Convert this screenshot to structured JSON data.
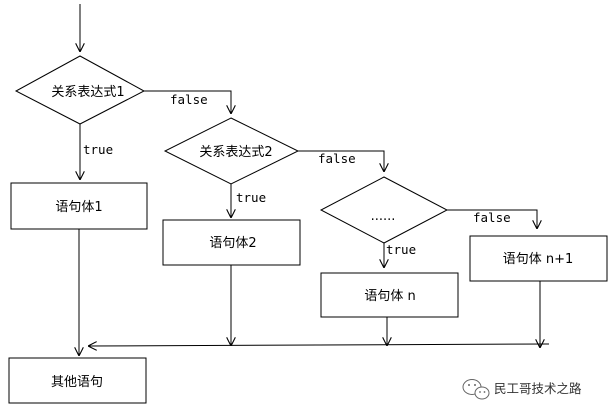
{
  "nodes": {
    "cond1": "关系表达式1",
    "cond2": "关系表达式2",
    "cond3": "......",
    "body1": "语句体1",
    "body2": "语句体2",
    "body_n": "语句体 n",
    "body_n1": "语句体 n+1",
    "other": "其他语句"
  },
  "edges": {
    "true1": "true",
    "false1": "false",
    "true2": "true",
    "false2": "false",
    "true3": "true",
    "false3": "false"
  },
  "watermark": {
    "icon": "wechat-icon",
    "text": "民工哥技术之路"
  }
}
